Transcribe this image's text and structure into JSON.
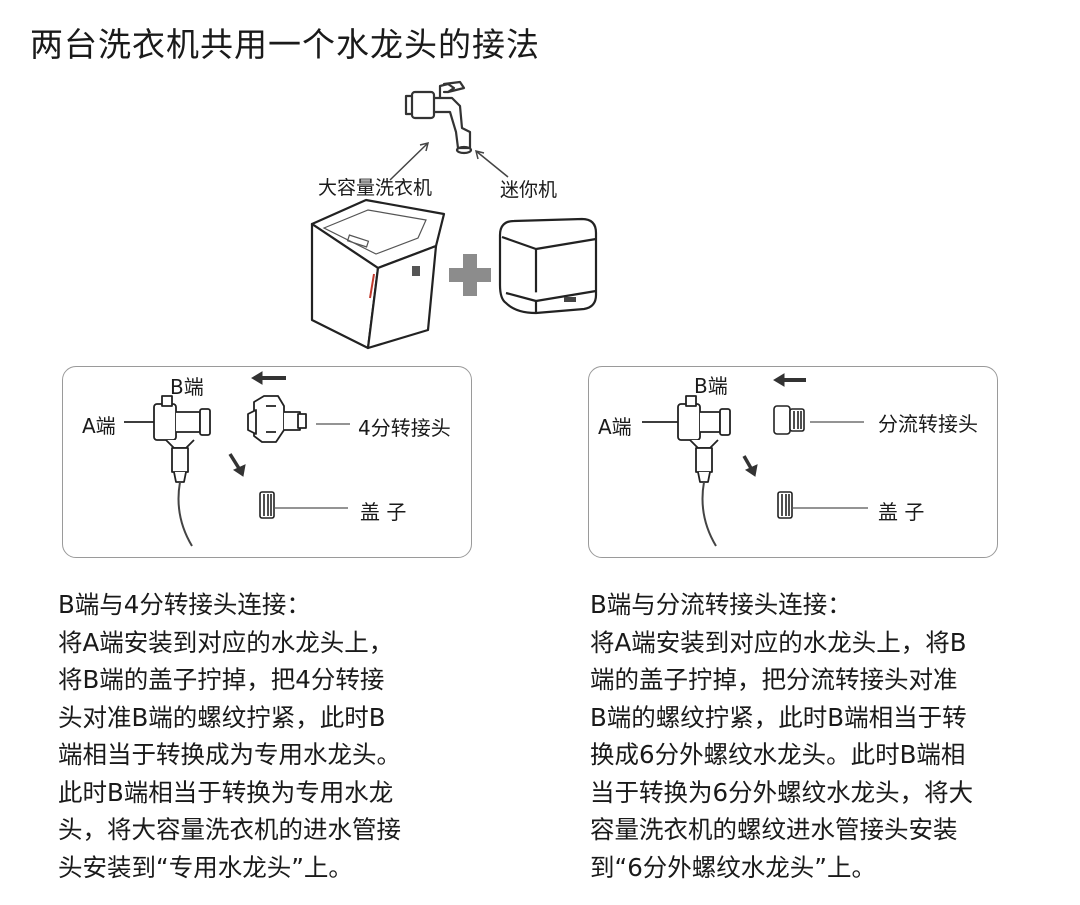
{
  "title": "两台洗衣机共用一个水龙头的接法",
  "top_labels": {
    "large_washer": "大容量洗衣机",
    "mini_washer": "迷你机"
  },
  "panel_left": {
    "label_a": "A端",
    "label_b": "B端",
    "label_adapter": "4分转接头",
    "label_cap": "盖 子"
  },
  "panel_right": {
    "label_a": "A端",
    "label_b": "B端",
    "label_adapter": "分流转接头",
    "label_cap": "盖 子"
  },
  "description_left": "B端与4分转接头连接：\n将A端安装到对应的水龙头上，\n将B端的盖子拧掉，把4分转接\n头对准B端的螺纹拧紧，此时B\n端相当于转换成为专用水龙头。\n此时B端相当于转换为专用水龙\n头，将大容量洗衣机的进水管接\n头安装到“专用水龙头”上。",
  "description_right": "B端与分流转接头连接：\n将A端安装到对应的水龙头上，将B\n端的盖子拧掉，把分流转接头对准\nB端的螺纹拧紧，此时B端相当于转\n换成6分外螺纹水龙头。此时B端相\n当于转换为6分外螺纹水龙头，将大\n容量洗衣机的螺纹进水管接头安装\n到“6分外螺纹水龙头”上。",
  "colors": {
    "plus_sign": "#8c8c8c",
    "outline": "#333333",
    "panel_border": "#9a9a9a"
  },
  "icons": [
    "faucet-icon",
    "top-load-washer-icon",
    "mini-washer-icon",
    "plus-icon",
    "arrow-icon",
    "tee-valve-icon",
    "adapter-icon",
    "cap-icon"
  ]
}
